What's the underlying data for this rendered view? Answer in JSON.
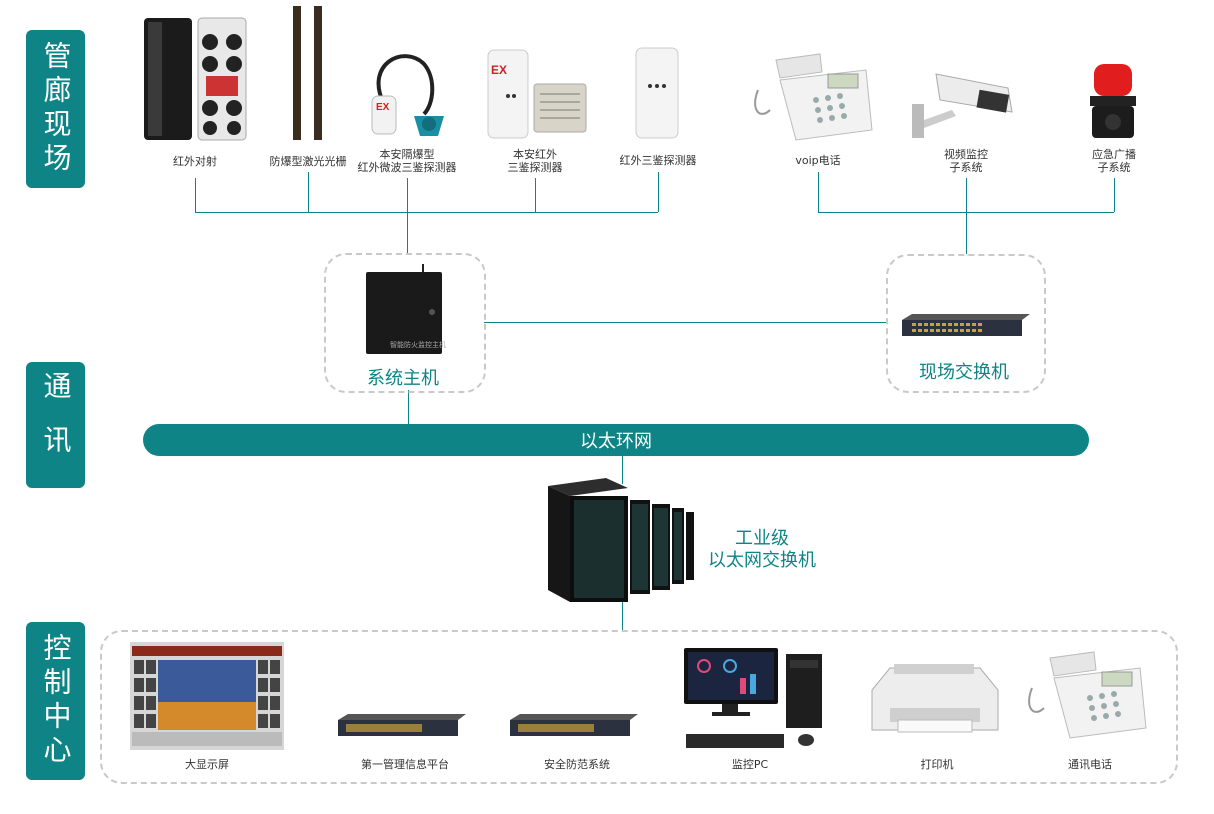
{
  "side_tabs": {
    "site": "管廊现场",
    "comm": "通讯",
    "control": "控制中心"
  },
  "devices": {
    "infrared_beam": "红外对射",
    "laser_grating": "防爆型激光光栅",
    "microwave_detector": "本安隔爆型\n红外微波三鉴探测器",
    "ib_triple_detector": "本安红外\n三鉴探测器",
    "triple_detector": "红外三鉴探测器",
    "voip_phone": "voip电话",
    "video_subsystem": "视频监控\n子系统",
    "broadcast_subsystem": "应急广播\n子系统"
  },
  "comm": {
    "host": "系统主机",
    "host_label_small": "智能防火监控主机",
    "field_switch": "现场交换机",
    "ring_network": "以太环网",
    "industrial_switch": "工业级\n以太网交换机"
  },
  "control": {
    "big_screen": "大显示屏",
    "mgmt_platform": "第一管理信息平台",
    "security_system": "安全防范系统",
    "monitor_pc": "监控PC",
    "printer": "打印机",
    "comm_phone": "通讯电话"
  },
  "badges": {
    "ex": "EX"
  },
  "colors": {
    "teal": "#0e8486",
    "dash": "#c9c9c9"
  }
}
